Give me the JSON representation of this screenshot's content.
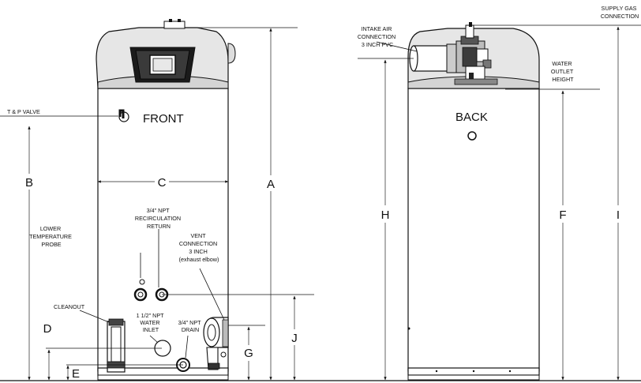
{
  "front": {
    "view_label": "FRONT",
    "tp_valve": "T & P VALVE",
    "lower_probe": [
      "LOWER",
      "TEMPERATURE",
      "PROBE"
    ],
    "recirc": [
      "3/4\" NPT",
      "RECIRCULATION",
      "RETURN"
    ],
    "vent": [
      "VENT",
      "CONNECTION",
      "3 INCH",
      "(exhaust elbow)"
    ],
    "cleanout": "CLEANOUT",
    "water_inlet": [
      "1 1/2\" NPT",
      "WATER",
      "INLET"
    ],
    "drain": [
      "3/4\" NPT",
      "DRAIN"
    ]
  },
  "back": {
    "view_label": "BACK",
    "intake_air": [
      "INTAKE AIR",
      "CONNECTION",
      "3 INCH PVC"
    ],
    "water_outlet": [
      "WATER",
      "OUTLET",
      "HEIGHT"
    ],
    "supply_gas": [
      "SUPPLY GAS",
      "CONNECTION"
    ]
  },
  "dimensions": {
    "a": "A",
    "b": "B",
    "c": "C",
    "d": "D",
    "e": "E",
    "f": "F",
    "g": "G",
    "h": "H",
    "i": "I",
    "j": "J"
  }
}
